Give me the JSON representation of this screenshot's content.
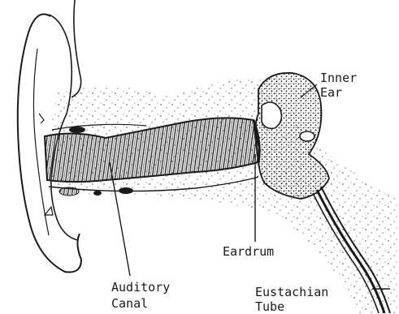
{
  "diagram": {
    "labels": {
      "inner_ear_line1": "Inner",
      "inner_ear_line2": "Ear",
      "eardrum": "Eardrum",
      "auditory_canal_line1": "Auditory",
      "auditory_canal_line2": "Canal",
      "eustachian_tube_line1": "Eustachian",
      "eustachian_tube_line2": "Tube"
    },
    "colors": {
      "ink": "#1a1a1a",
      "paper": "#ffffff"
    }
  }
}
